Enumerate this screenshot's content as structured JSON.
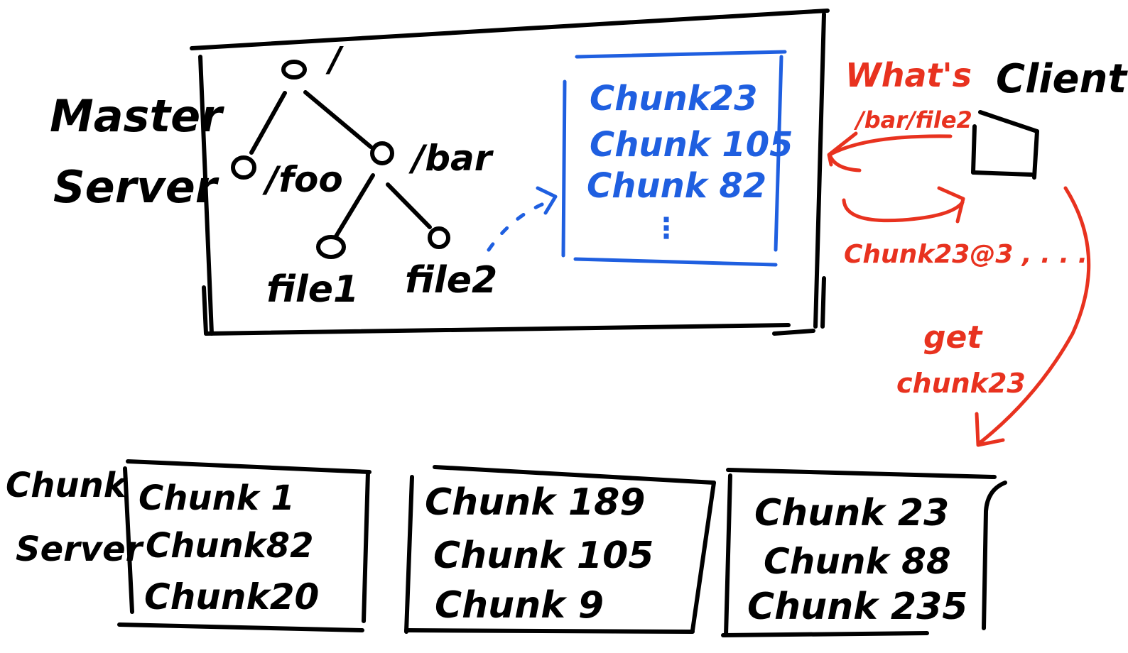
{
  "master": {
    "label_line1": "Master",
    "label_line2": "Server",
    "tree": {
      "root": "/",
      "dir_foo": "/foo",
      "dir_bar": "/bar",
      "file1": "file1",
      "file2": "file2"
    },
    "chunk_list": [
      "Chunk23",
      "Chunk 105",
      "Chunk 82",
      "⋮"
    ]
  },
  "client": {
    "label": "Client",
    "request": "What's",
    "request_path": "/bar/file2",
    "response": "Chunk23@3 , . . .",
    "fetch_line1": "get",
    "fetch_line2": "chunk23"
  },
  "chunk_servers": {
    "label_line1": "Chunk",
    "label_line2": "Server",
    "servers": [
      {
        "chunks": [
          "Chunk 1",
          "Chunk82",
          "Chunk20"
        ]
      },
      {
        "chunks": [
          "Chunk 189",
          "Chunk 105",
          "Chunk 9"
        ]
      },
      {
        "chunks": [
          "Chunk 23",
          "Chunk 88",
          "Chunk 235"
        ]
      }
    ]
  },
  "colors": {
    "ink": "#000000",
    "master_chunks": "#1f5fe0",
    "client_flow": "#e8321f"
  }
}
